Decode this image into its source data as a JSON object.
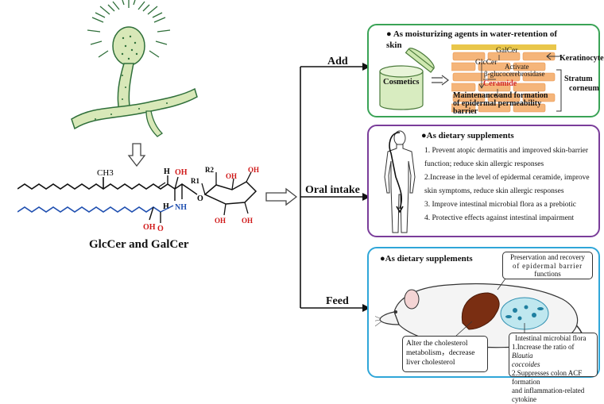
{
  "molecule": {
    "name": "GlcCer and GalCer",
    "atoms": {
      "ch3": "CH3",
      "h1": "H",
      "oh1": "OH",
      "h2": "H",
      "nh": "NH",
      "oh2": "OH",
      "o_link": "O",
      "o_amide": "O",
      "r1": "R1",
      "r2": "R2",
      "oh3": "OH",
      "oh4": "OH",
      "oh5": "OH",
      "oh6": "OH"
    }
  },
  "routes": {
    "add": "Add",
    "oral": "Oral intake",
    "feed": "Feed"
  },
  "cosmetics_box": {
    "title": "As moisturizing agents in water-retention of skin",
    "jar_label": "Cosmetics",
    "galcer": "GalCer",
    "keratinocyte": "Keratinocyte",
    "glccer": "GlcCer",
    "activate": "Activate",
    "enzyme": "β-glucocerebrosidase",
    "stratum_line1": "Stratum",
    "stratum_line2": "corneum",
    "ceramide": "Ceramide",
    "barrier_line1": "Maintenance and formation",
    "barrier_line2": "of epidermal permeability",
    "barrier_line3": "barrier"
  },
  "oral_box": {
    "title": "As dietary supplements",
    "items": [
      "1. Prevent atopic dermatitis and improved skin-barrier",
      "function; reduce skin allergic responses",
      "2.Increase in the level of epidermal ceramide, improve",
      "skin symptoms, reduce skin allergic responses",
      "3. Improve intestinal microbial flora as a prebiotic",
      "4. Protective effects against intestinal impairment"
    ]
  },
  "feed_box": {
    "title": "As dietary supplements",
    "callout_barrier": [
      "Preservation and recovery",
      "of epidermal barrier",
      "functions"
    ],
    "callout_liver": [
      "Alter the cholesterol",
      "metabolism，decrease",
      "liver cholesterol"
    ],
    "callout_flora_title": "Intestinal microbial flora",
    "callout_flora_1a": "1.Increase the ratio of",
    "callout_flora_1b": "Blautia",
    "callout_flora_1c": "coccoides",
    "callout_flora_2a": "2.Suppresses colon ACF formation",
    "callout_flora_2b": "and inflammation-related cytokine"
  },
  "colors": {
    "green_border": "#3aa356",
    "purple_border": "#7a3d9a",
    "blue_border": "#2fa6d8",
    "hydroxyl_red": "#d01818",
    "amide_blue": "#1f4fb0",
    "fungus_green": "#2f6f3a",
    "fungus_fill": "#d8e8b8",
    "skin_orange": "#f5b57a",
    "ceramide_red": "#d22a2a",
    "liver_brown": "#7a2e12"
  }
}
